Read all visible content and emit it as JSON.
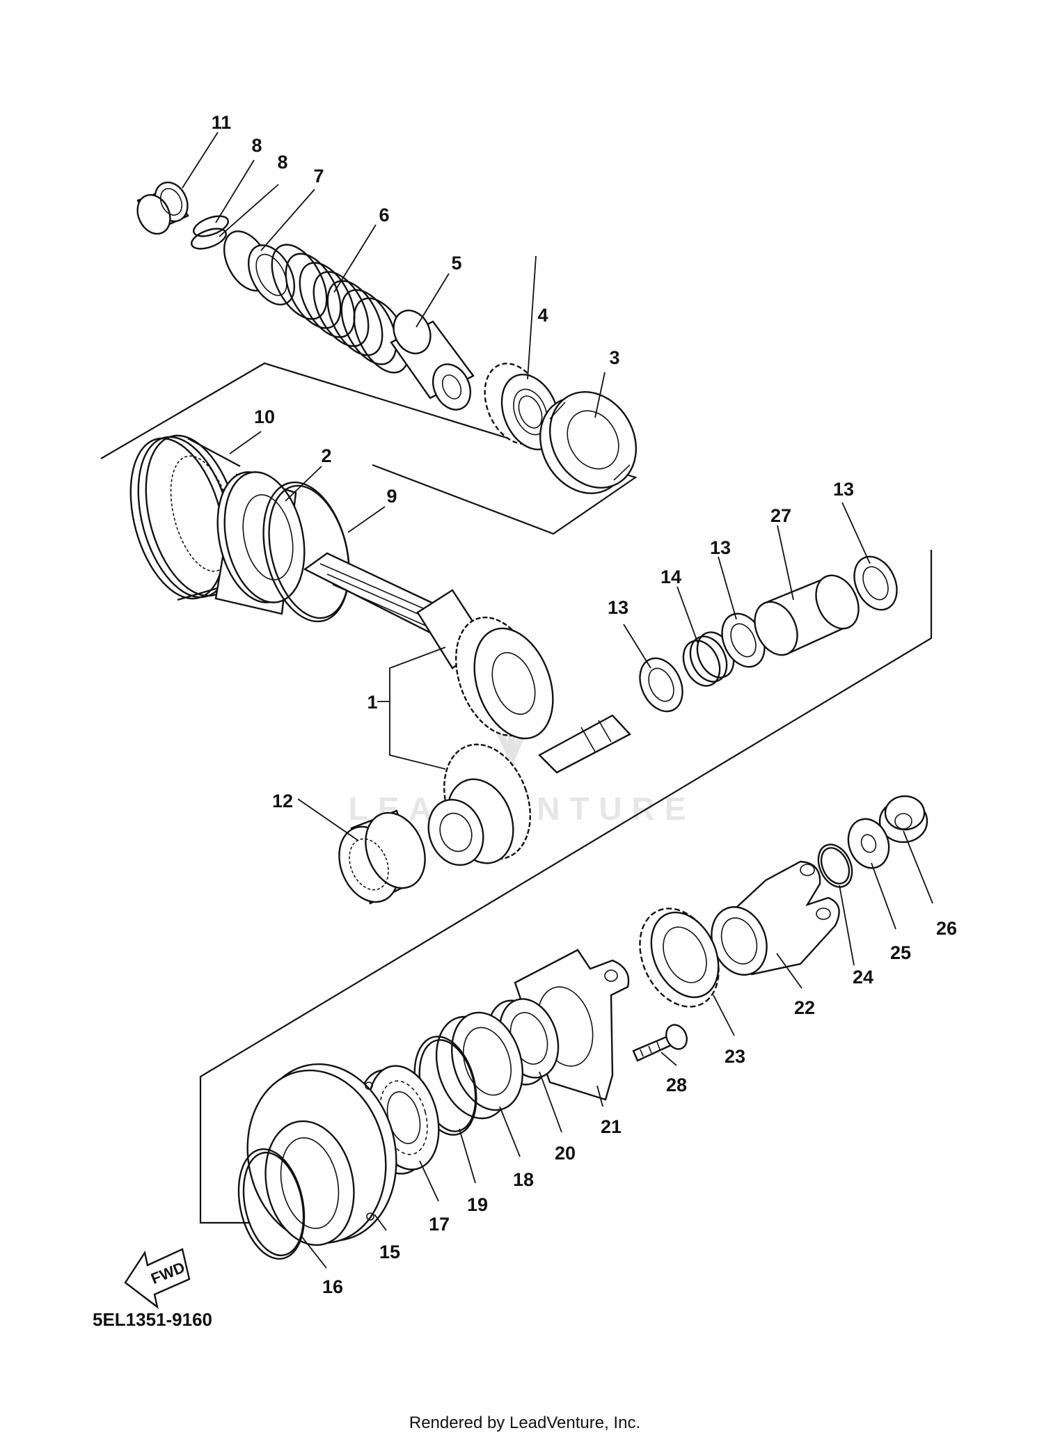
{
  "diagram_code": "5EL1351-9160",
  "footer": "Rendered by LeadVenture, Inc.",
  "watermark": "LEADVENTURE",
  "fwd_label": "FWD",
  "callouts": {
    "n1": "1",
    "n2": "2",
    "n3": "3",
    "n4": "4",
    "n5": "5",
    "n6": "6",
    "n7": "7",
    "n8a": "8",
    "n8b": "8",
    "n9": "9",
    "n10": "10",
    "n11": "11",
    "n12": "12",
    "n13a": "13",
    "n13b": "13",
    "n13c": "13",
    "n14": "14",
    "n15": "15",
    "n16": "16",
    "n17": "17",
    "n18": "18",
    "n19": "19",
    "n20": "20",
    "n21": "21",
    "n22": "22",
    "n23": "23",
    "n24": "24",
    "n25": "25",
    "n26": "26",
    "n27": "27",
    "n28": "28"
  }
}
